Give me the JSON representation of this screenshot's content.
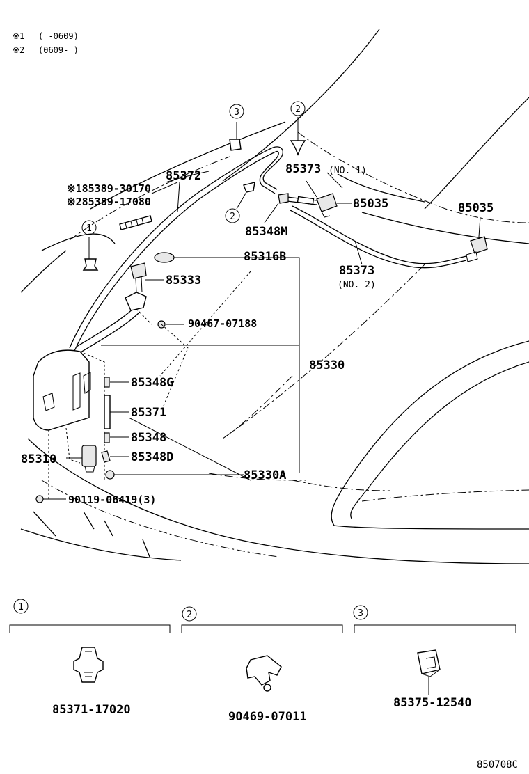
{
  "notes": [
    {
      "mark": "※1",
      "range": "(     -0609)"
    },
    {
      "mark": "※2",
      "range": "(0609-     )"
    }
  ],
  "callouts": {
    "c3_top": "3",
    "c2_top": "2",
    "c2_mid": "2",
    "c1_left": "1"
  },
  "parts": {
    "p85372": "85372",
    "p85373_no1": "85373",
    "p85373_no1_suffix": "(NO. 1)",
    "p85389_a": "※185389-30170",
    "p85389_b": "※285389-17080",
    "p85035_a": "85035",
    "p85035_b": "85035",
    "p85348M": "85348M",
    "p85316B": "85316B",
    "p85373_no2": "85373",
    "p85373_no2_suffix": "(NO. 2)",
    "p85333": "85333",
    "p90467": "90467-07188",
    "p85330": "85330",
    "p85348G": "85348G",
    "p85371": "85371",
    "p85348": "85348",
    "p85310": "85310",
    "p85348D": "85348D",
    "p85330A": "85330A",
    "p90119": "90119-06419(3)"
  },
  "detail_panels": [
    {
      "number": "1",
      "part": "85371-17020"
    },
    {
      "number": "2",
      "part": "90469-07011"
    },
    {
      "number": "3",
      "part": "85375-12540"
    }
  ],
  "diagram_code": "850708C"
}
